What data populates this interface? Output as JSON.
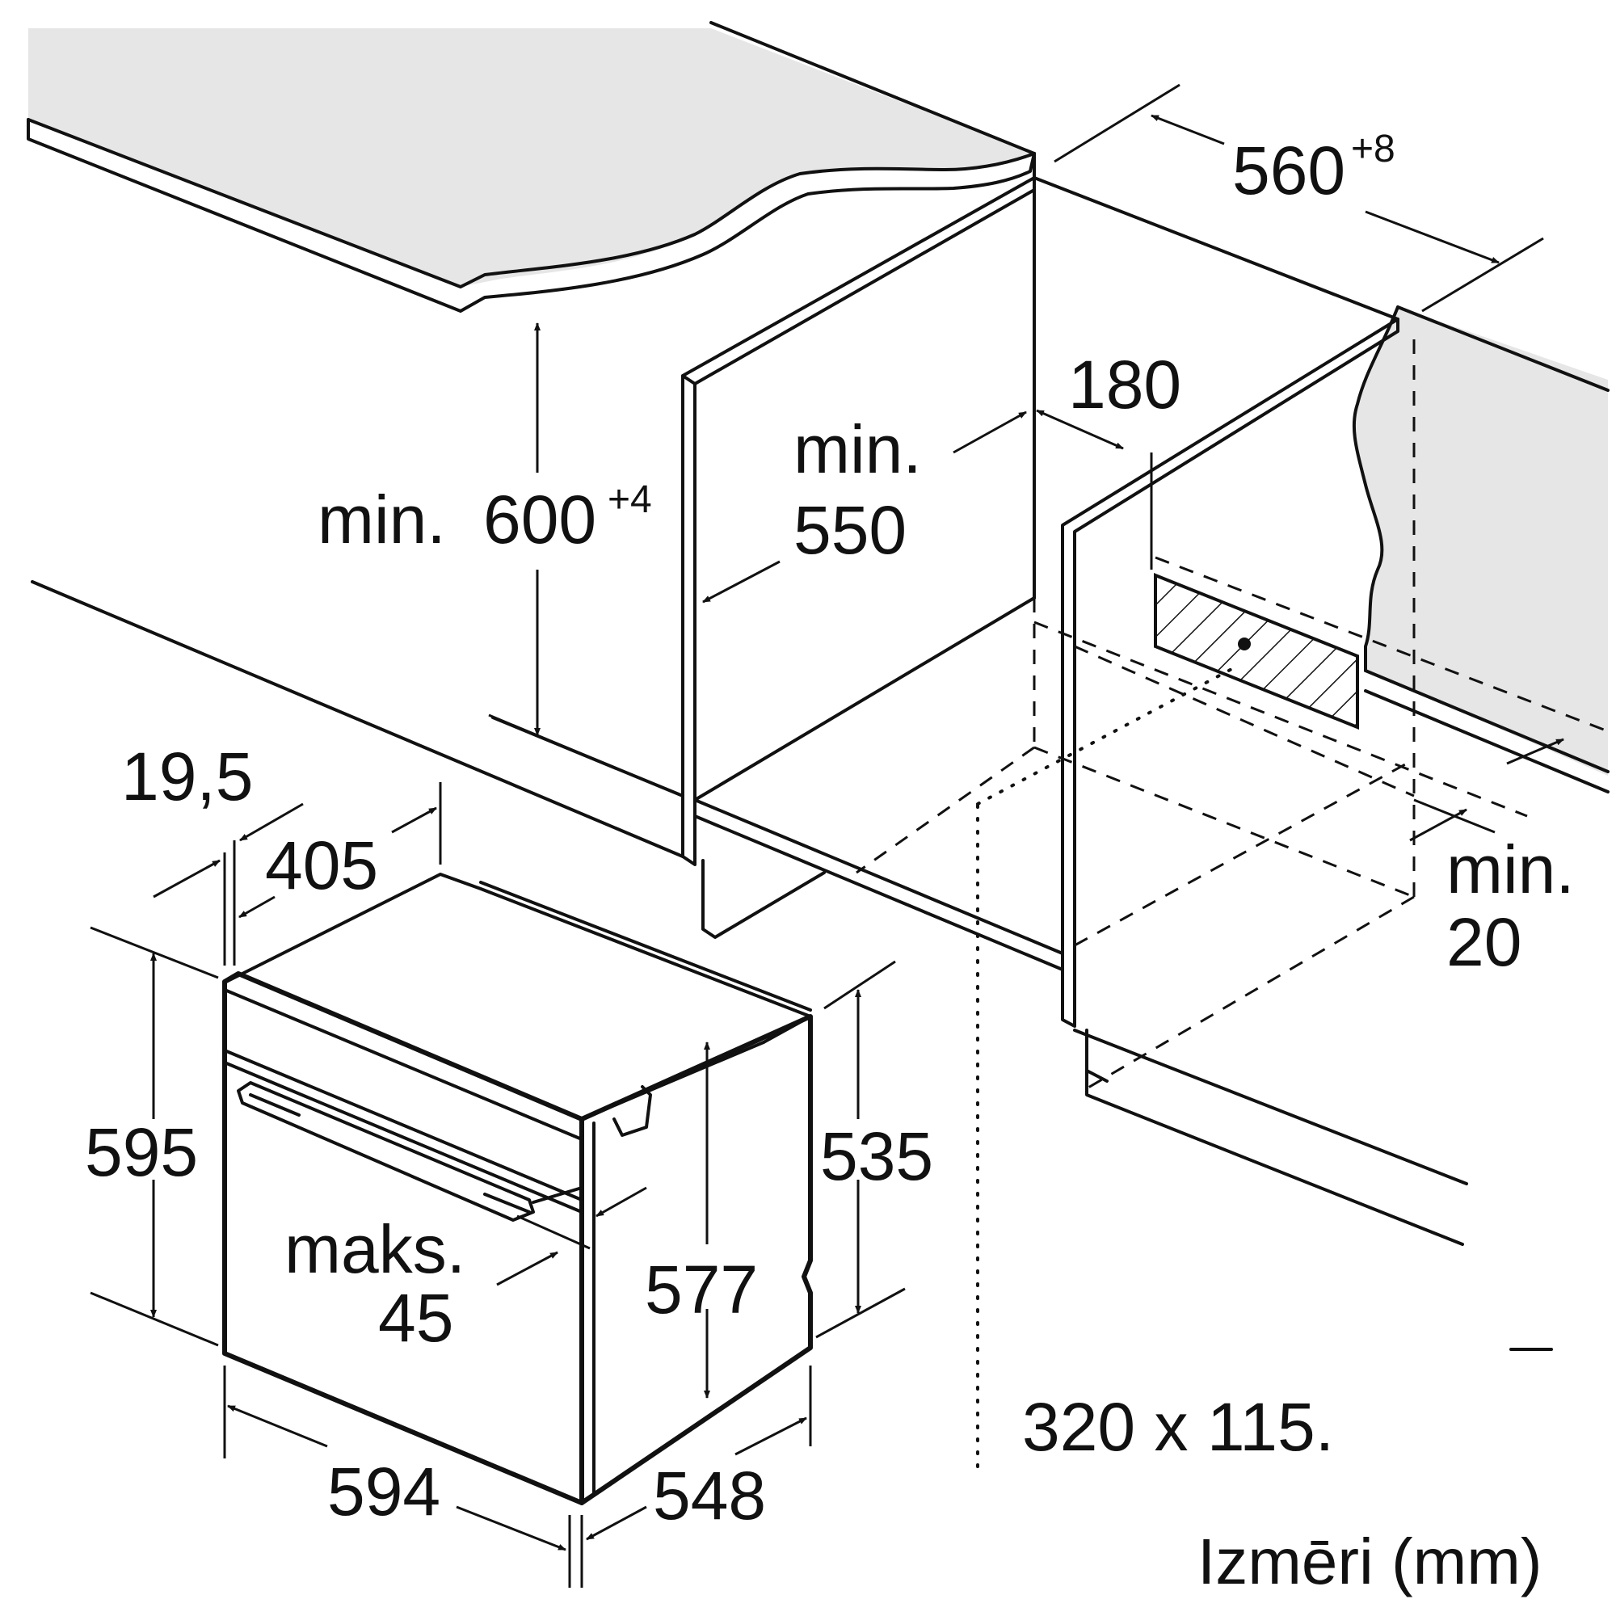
{
  "labels": {
    "niche_width": "560",
    "niche_width_tol": "+8",
    "min_height_prefix": "min. ",
    "min_height_value": "600",
    "min_height_tol": "+4",
    "min_depth_line1": "min.",
    "min_depth_line2": "550",
    "vent_offset": "180",
    "min_gap_line1": "min.",
    "min_gap_line2": "20",
    "panel_thickness": "19,5",
    "front_depth": "405",
    "oven_height": "595",
    "body_height": "535",
    "body_height_inner": "577",
    "max_line1": "maks.",
    "max_line2": "45",
    "oven_width": "594",
    "oven_depth": "548",
    "vent_size": "320 x 115.",
    "units_caption": "Izmēri (mm)"
  },
  "colors": {
    "countertop": "#e6e6e6",
    "line": "#111111",
    "background": "#ffffff"
  }
}
